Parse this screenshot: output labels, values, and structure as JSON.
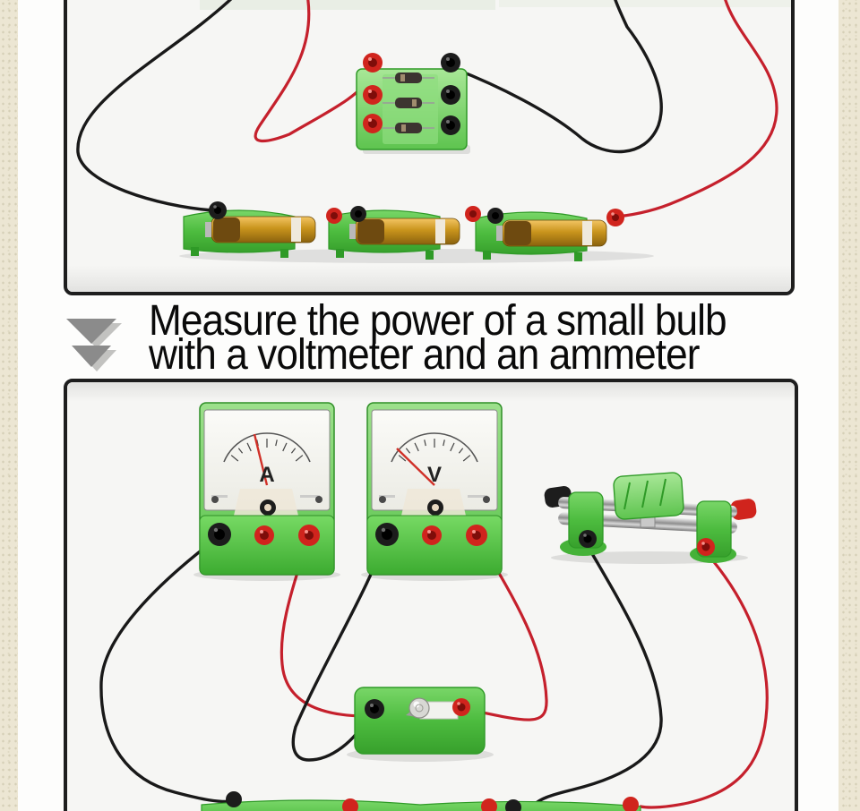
{
  "caption": {
    "line1": "Measure the power of a small bulb",
    "line2": "with a voltmeter and an ammeter"
  },
  "meters": {
    "ammeter_label": "A",
    "voltmeter_label": "V"
  },
  "colors": {
    "background": "#ece6d3",
    "content_bg": "#fdfdfc",
    "panel_bg": "#f6f6f4",
    "panel_border": "#1e1e1e",
    "caption_text": "#0a0a0a",
    "arrow_gray": "#8b8b8b",
    "arrow_gray_light": "#c2c2c0",
    "plastic_green": "#53c044",
    "plastic_green_dark": "#2f9a27",
    "wire_red": "#c5202c",
    "wire_black": "#191919",
    "terminal_red": "#d0241d",
    "terminal_black": "#1c1c1c",
    "battery_gold": "#d89a1f",
    "needle_red": "#d03028",
    "metal_silver": "#b9b9b9"
  }
}
